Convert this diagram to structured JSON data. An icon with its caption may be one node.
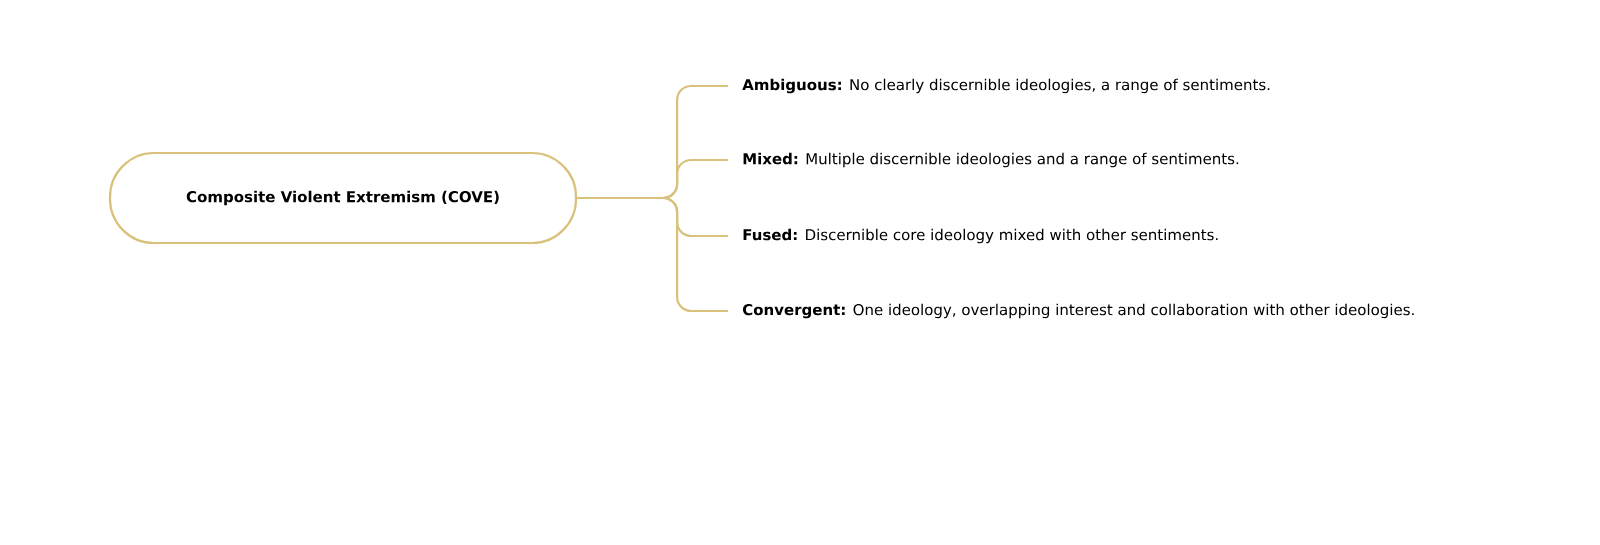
{
  "diagram": {
    "nodes": [
      {
        "text": [
          "Composite Violent Extremism (COVE)"
        ]
      },
      {
        "text": [
          "**Ambiguous:** No clearly discernible ideologies, a range of sentiments."
        ]
      },
      {
        "text": [
          "**Mixed:** Multiple discernible ideologies and a range of sentiments."
        ]
      },
      {
        "text": [
          "**Fused:** Discernible core ideology mixed with other sentiments."
        ]
      },
      {
        "text": [
          "**Convergent:** One ideology, overlapping interest and collaboration with other ideologies."
        ]
      }
    ],
    "edges": [
      {
        "from": 0,
        "to": 1,
        "arrow": "none"
      },
      {
        "from": 0,
        "to": 2,
        "arrow": "none"
      },
      {
        "from": 0,
        "to": 3,
        "arrow": "none"
      },
      {
        "from": 0,
        "to": 4,
        "arrow": "none"
      }
    ]
  }
}
